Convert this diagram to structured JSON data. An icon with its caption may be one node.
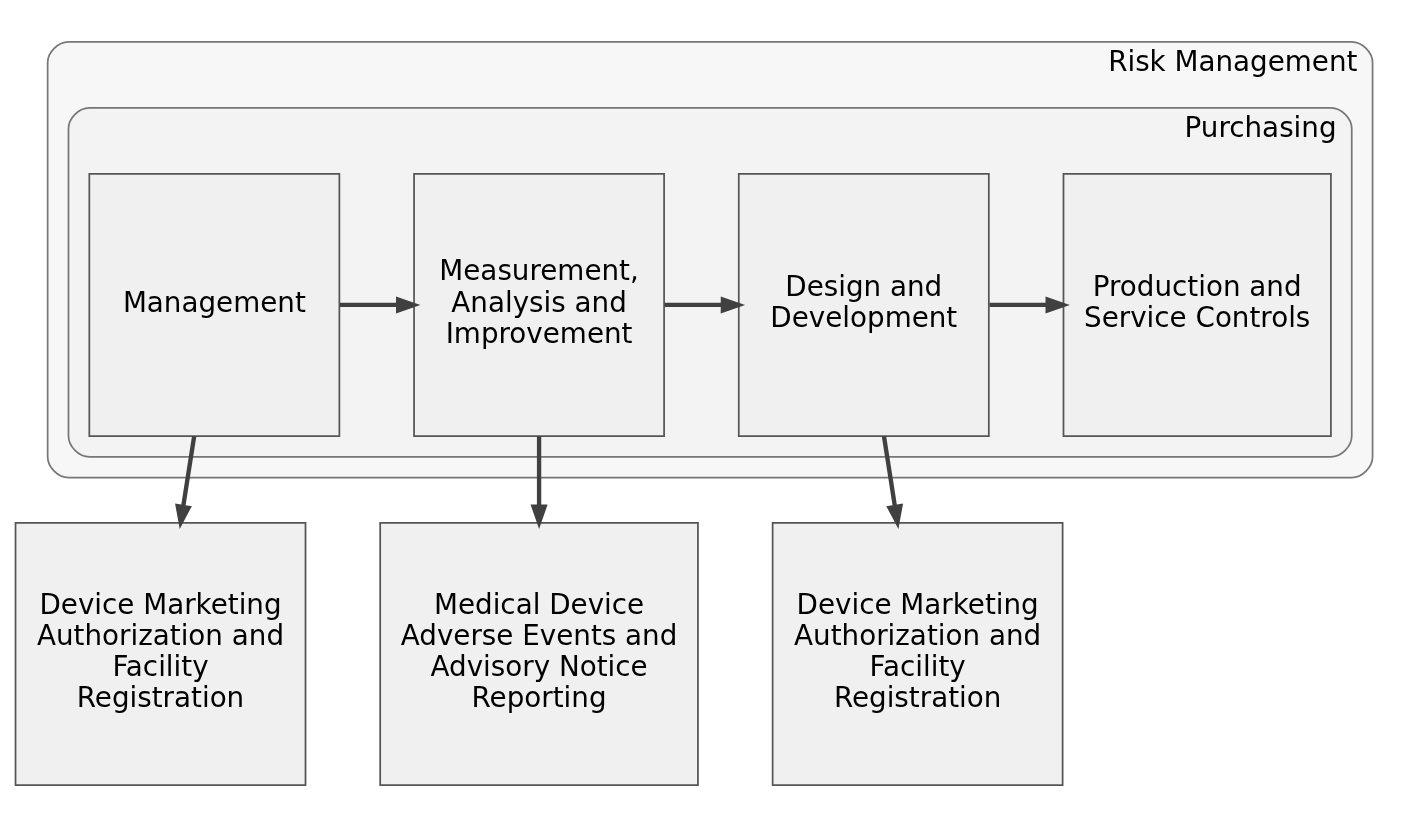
{
  "diagram": {
    "nodes": [
      {
        "text": [
          "Risk Management"
        ]
      },
      {
        "text": [
          "Purchasing"
        ],
        "in": 0
      },
      {
        "text": [
          "Management"
        ],
        "in": 1
      },
      {
        "text": [
          "Measurement, Analysis and Improvement"
        ],
        "in": 1
      },
      {
        "text": [
          "Design and Development"
        ],
        "in": 1
      },
      {
        "text": [
          "Production and Service Controls"
        ],
        "in": 1
      },
      {
        "text": [
          "Device Marketing Authorization and Facility Registration"
        ]
      },
      {
        "text": [
          "Medical Device Adverse Events and Advisory Notice Reporting"
        ]
      },
      {
        "text": [
          "Device Marketing Authorization and Facility Registration"
        ]
      }
    ],
    "edges": [
      {
        "from": 2,
        "to": 3,
        "arrow": "to"
      },
      {
        "from": 3,
        "to": 4,
        "arrow": "to"
      },
      {
        "from": 4,
        "to": 5,
        "arrow": "to"
      },
      {
        "from": 2,
        "to": 6,
        "arrow": "to"
      },
      {
        "from": 3,
        "to": 7,
        "arrow": "to"
      },
      {
        "from": 4,
        "to": 8,
        "arrow": "to"
      }
    ]
  }
}
